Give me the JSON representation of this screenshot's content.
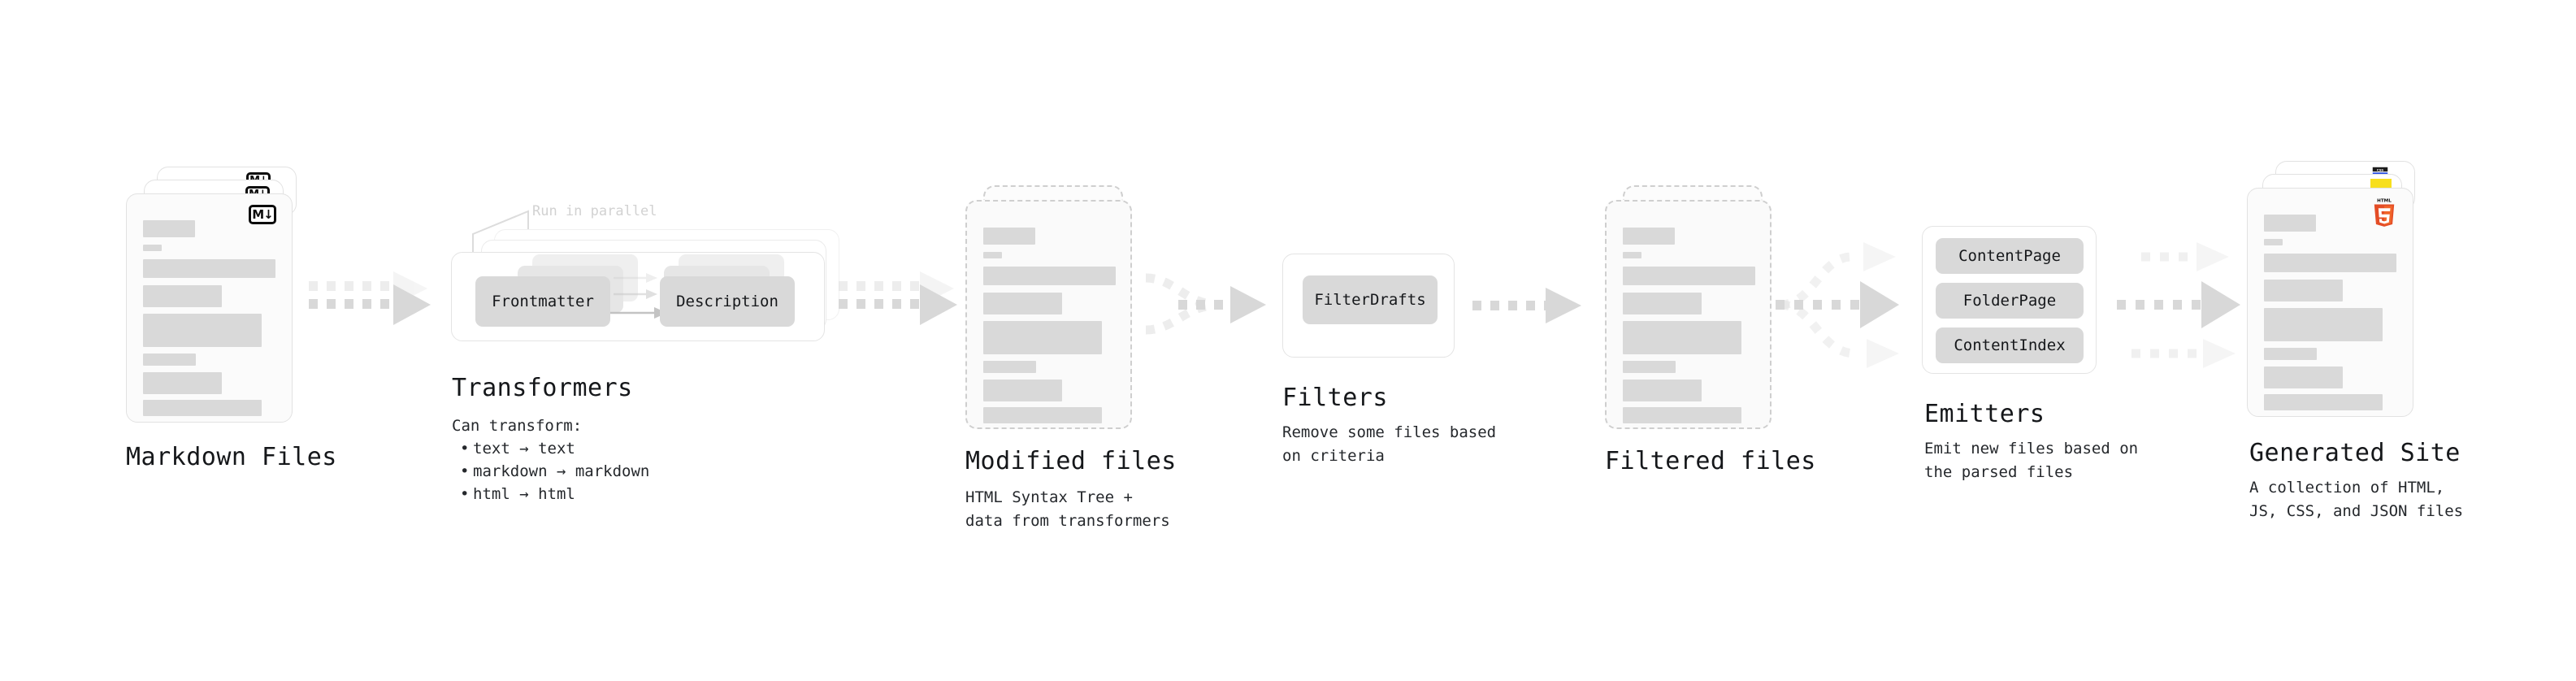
{
  "diagram": {
    "title_internal": "content pipeline",
    "stages": [
      {
        "id": "markdown-files",
        "title": "Markdown Files",
        "desc": "",
        "icon": "markdown-icon",
        "icon_label": "M↓"
      },
      {
        "id": "transformers",
        "title": "Transformers",
        "desc": "Can transform:",
        "note": "Run in parallel",
        "chips": [
          "Frontmatter",
          "Description"
        ],
        "bullets": [
          "text → text",
          "markdown → markdown",
          "html → html"
        ]
      },
      {
        "id": "modified-files",
        "title": "Modified files",
        "desc": "HTML Syntax Tree +\ndata from transformers"
      },
      {
        "id": "filters",
        "title": "Filters",
        "desc": "Remove some files based\non criteria",
        "chips": [
          "FilterDrafts"
        ]
      },
      {
        "id": "filtered-files",
        "title": "Filtered files",
        "desc": ""
      },
      {
        "id": "emitters",
        "title": "Emitters",
        "desc": "Emit new files based on\nthe parsed files",
        "chips": [
          "ContentPage",
          "FolderPage",
          "ContentIndex"
        ]
      },
      {
        "id": "generated-site",
        "title": "Generated Site",
        "desc": "A collection of HTML,\nJS, CSS, and JSON files",
        "icons": [
          "html5-icon",
          "css3-icon",
          "javascript-icon"
        ],
        "icon_label": "HTML"
      }
    ],
    "colors": {
      "background": "#ffffff",
      "text": "#15171a",
      "muted_text": "#25282c",
      "card_fill": "#fbfbfb",
      "card_border": "#e2e2e2",
      "bar_fill": "#d9d9d9",
      "chip_fill": "#d9d9d9",
      "arrow_fill": "#d8d8d8",
      "dashed_border": "#cfcfcf",
      "html5_orange": "#e44d26",
      "html5_orange_light": "#f16529",
      "js_yellow": "#f7df1e",
      "css_blue": "#264de4",
      "ghost_note": "#d2d2d2"
    }
  }
}
